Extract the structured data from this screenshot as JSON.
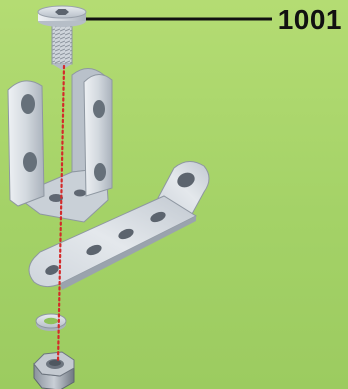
{
  "callout": {
    "part_number": "1001"
  },
  "colors": {
    "background": "#a9d66b",
    "metal_face": "#d8dde3",
    "metal_shade": "#aab2bc",
    "metal_dark": "#7f8893",
    "assembly_line": "#d42a2a",
    "callout_line": "#111111",
    "label": "#111111"
  },
  "parts": [
    {
      "name": "screw",
      "icon": "hex-socket-screw-icon"
    },
    {
      "name": "u-bracket",
      "icon": "u-bracket-icon"
    },
    {
      "name": "bent-flat-strip",
      "icon": "bent-strip-icon"
    },
    {
      "name": "washer",
      "icon": "washer-icon"
    },
    {
      "name": "hex-nut",
      "icon": "hex-nut-icon"
    }
  ]
}
